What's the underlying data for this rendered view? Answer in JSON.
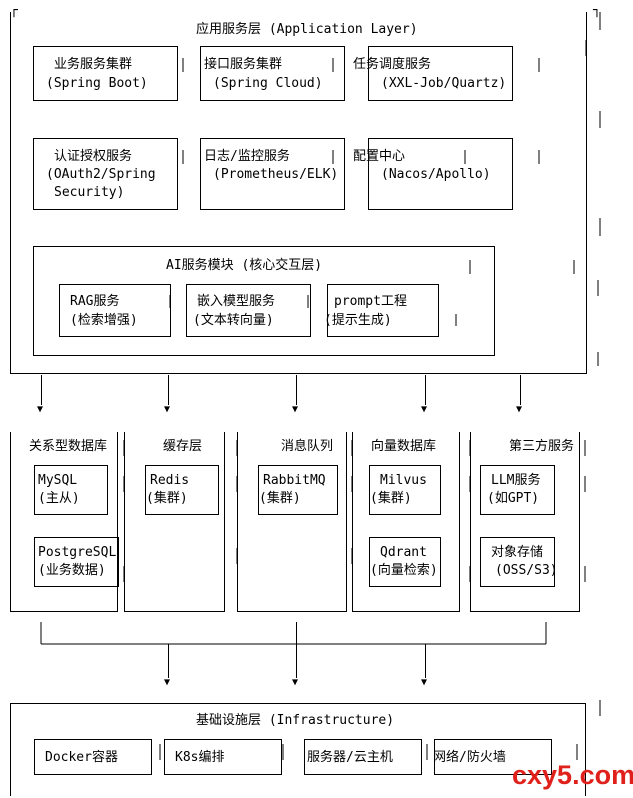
{
  "app_layer": {
    "title": "应用服务层 (Application Layer)",
    "boxes": [
      {
        "l1": "业务服务集群",
        "l2": "(Spring Boot)"
      },
      {
        "l1": "接口服务集群",
        "l2": "(Spring Cloud)"
      },
      {
        "l1": "任务调度服务",
        "l2": "(XXL-Job/Quartz)"
      },
      {
        "l1": "认证授权服务",
        "l2": "(OAuth2/Spring",
        "l3": "Security)"
      },
      {
        "l1": "日志/监控服务",
        "l2": "(Prometheus/ELK)"
      },
      {
        "l1": "配置中心",
        "l2": "(Nacos/Apollo)"
      }
    ],
    "ai_module": {
      "title": "AI服务模块 (核心交互层)",
      "boxes": [
        {
          "l1": "RAG服务",
          "l2": "(检索增强)"
        },
        {
          "l1": "嵌入模型服务",
          "l2": "(文本转向量)"
        },
        {
          "l1": "prompt工程",
          "l2": "(提示生成)"
        }
      ]
    }
  },
  "data_layer": [
    {
      "title": "关系型数据库",
      "items": [
        {
          "l1": "MySQL",
          "l2": "(主从)"
        },
        {
          "l1": "PostgreSQL",
          "l2": "(业务数据)"
        }
      ]
    },
    {
      "title": "缓存层",
      "items": [
        {
          "l1": "Redis",
          "l2": "(集群)"
        }
      ]
    },
    {
      "title": "消息队列",
      "items": [
        {
          "l1": "RabbitMQ",
          "l2": "(集群)"
        }
      ]
    },
    {
      "title": "向量数据库",
      "items": [
        {
          "l1": "Milvus",
          "l2": "(集群)"
        },
        {
          "l1": "Qdrant",
          "l2": "(向量检索)"
        }
      ]
    },
    {
      "title": "第三方服务",
      "items": [
        {
          "l1": "LLM服务",
          "l2": "(如GPT)"
        },
        {
          "l1": "对象存储",
          "l2": "(OSS/S3)"
        }
      ]
    }
  ],
  "infra_layer": {
    "title": "基础设施层 (Infrastructure)",
    "items": [
      "Docker容器",
      "K8s编排",
      "服务器/云主机",
      "网络/防火墙"
    ]
  },
  "watermark": "cxy5.com"
}
